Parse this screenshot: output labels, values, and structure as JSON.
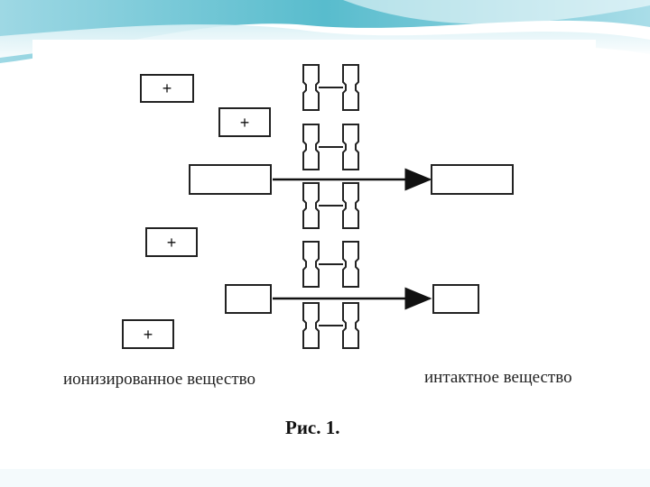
{
  "diagram": {
    "left_label": "ионизированное вещество",
    "right_label": "интактное вещество",
    "figure_label": "Рис. 1.",
    "plus_symbol": "+",
    "accent_colors": {
      "teal": "#5fbfcf",
      "light_teal": "#bfe6ee",
      "line": "#222222"
    }
  }
}
